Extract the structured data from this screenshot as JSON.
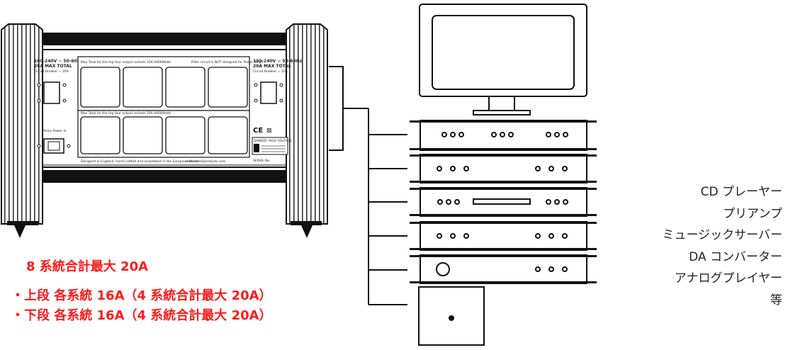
{
  "power_unit": {
    "left_panel": {
      "voltage": "100-240V ~ 50-60Hz",
      "rating": "20A MAX TOTAL",
      "breaker": "Circuit Breaker = 20A",
      "mains": "Mains Power In"
    },
    "right_panel": {
      "voltage": "100-240V ~ 50-60Hz",
      "rating": "20A MAX TOTAL",
      "breaker": "Circuit Breaker = 20A",
      "danger": "DANGER HIGH VOLTAGE",
      "serial": "SERIAL No."
    },
    "top_bank_note": "Max Total for the top four output sockets 20A  4400Watts",
    "top_filter_note": "Filter circuit is NOT designed for Power Amps",
    "bottom_bank_note": "Max Total for the top four output sockets 20A  4400Watts",
    "footer_left": "Designed in England, hand-crafted and assembled in the European Union",
    "footer_right": "www.isotekproducts.com"
  },
  "capacity": {
    "headline": "8 系統合計最大 20A",
    "upper": "・上段 各系統 16A（4 系統合計最大 20A）",
    "lower": "・下段 各系統 16A（4 系統合計最大 20A）"
  },
  "devices": [
    "CD プレーヤー",
    "プリアンプ",
    "ミュージックサーバー",
    "DA コンバーター",
    "アナログプレイヤー",
    "等"
  ],
  "colors": {
    "accent": "#ff1a1a",
    "line": "#111111"
  }
}
